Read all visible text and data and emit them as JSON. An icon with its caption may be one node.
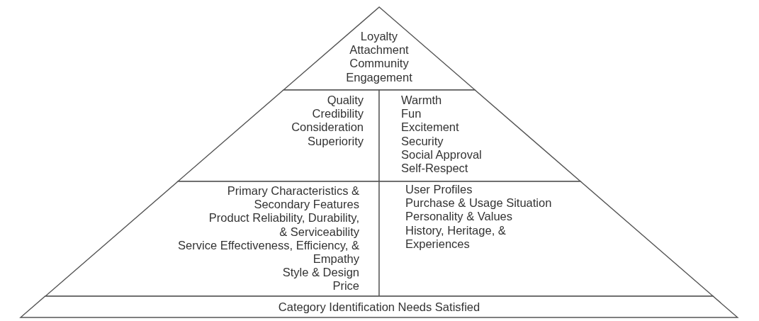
{
  "diagram": {
    "nodes": [
      {
        "text": [
          "Loyalty",
          "Attachment",
          "Community",
          "Engagement"
        ]
      },
      {
        "text": [
          "Quality",
          "Credibility",
          "Consideration",
          "Superiority"
        ]
      },
      {
        "text": [
          "Warmth",
          "Fun",
          "Excitement",
          "Security",
          "Social Approval",
          "Self-Respect"
        ]
      },
      {
        "text": [
          "Primary Characteristics & Secondary Features",
          "Product Reliability, Durability, & Serviceability",
          "Service Effectiveness, Efficiency, & Empathy",
          "Style & Design",
          "Price"
        ]
      },
      {
        "text": [
          "User Profiles",
          "Purchase & Usage Situation",
          "Personality & Values",
          "History, Heritage, & Experiences"
        ]
      },
      {
        "text": [
          "Category Identification Needs Satisfied"
        ]
      }
    ]
  }
}
